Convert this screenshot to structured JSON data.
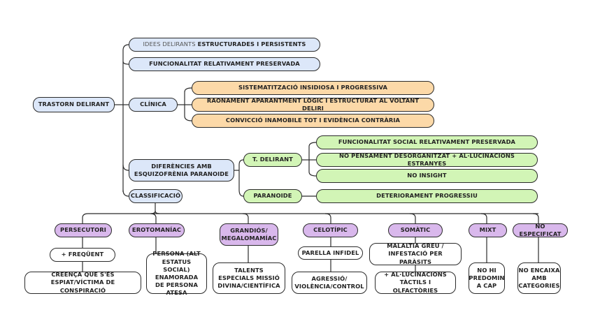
{
  "root": {
    "label": "TRASTORN DELIRANT"
  },
  "branches": {
    "ideas": {
      "light": "IDEES DELIRANTS",
      "bold": "ESTRUCTURADES I PERSISTENTS"
    },
    "functionality": {
      "label": "FUNCIONALITAT RELATIVAMENT PRESERVADA"
    },
    "clinical": {
      "label": "CLÍNICA",
      "items": [
        "SISTEMATITZACIÓ INSIDIOSA I PROGRESSIVA",
        "RAONAMENT APARANTMENT LÒGIC I ESTRUCTURAT AL VOLTANT DELIRI",
        "CONVICCIÓ INAMOBILE TOT I EVIDÈNCIA CONTRÀRIA"
      ]
    },
    "differences": {
      "label_line1": "DIFERÈNCIES AMB",
      "label_line2": "ESQUIZOFRÈNIA PARANOIDE",
      "delirant": {
        "label": "T. DELIRANT",
        "items": [
          "FUNCIONALITAT SOCIAL RELATIVAMENT PRESERVADA",
          "NO PENSAMENT DESORGANITZAT + AL·LUCINACIONS ESTRANYES",
          "NO INSIGHT"
        ]
      },
      "paranoid": {
        "label": "PARANOIDE",
        "items": [
          "DETERIORAMENT PROGRESSIU"
        ]
      }
    },
    "classification": {
      "label": "CLASSIFICACIÓ",
      "types": [
        {
          "label": "PERSECUTORI",
          "details": [
            "+ FREQÜENT",
            "CREENÇA QUE S'ÉS ESPIAT/VÍCTIMA DE CONSPIRACIÓ"
          ]
        },
        {
          "label": "EROTOMANÍAC",
          "details": [
            "PERSONA (ALT ESTATUS SOCIAL) ENAMORADA DE PERSONA ATESA"
          ]
        },
        {
          "label": "GRANDIÓS/ MEGALOMAMÍAC",
          "details": [
            "TALENTS ESPECIALS MISSIÓ DIVINA/CIENTÍFICA"
          ]
        },
        {
          "label": "CELOTÍPIC",
          "details": [
            "PARELLA INFIDEL",
            "AGRESSIÓ/ VIOLÈNCIA/CONTROL"
          ]
        },
        {
          "label": "SOMÀTIC",
          "details": [
            "MALALTIA GREU / INFESTACIÓ PER PARÀSITS",
            "+ AL·LUCINACIONS TÀCTILS I OLFACTÒRIES"
          ]
        },
        {
          "label": "MIXT",
          "details": [
            "NO HI PREDOMIN A CAP"
          ]
        },
        {
          "label": "NO ESPECIFICAT",
          "details": [
            "NO ENCAIXA AMB CATEGORIES"
          ]
        }
      ]
    }
  },
  "colors": {
    "branch": "#dce7f9",
    "clinical": "#fcd9a8",
    "differences": "#d2f5b6",
    "classification": "#d9b8ec",
    "detail": "#ffffff",
    "line": "#2b2b2b"
  }
}
